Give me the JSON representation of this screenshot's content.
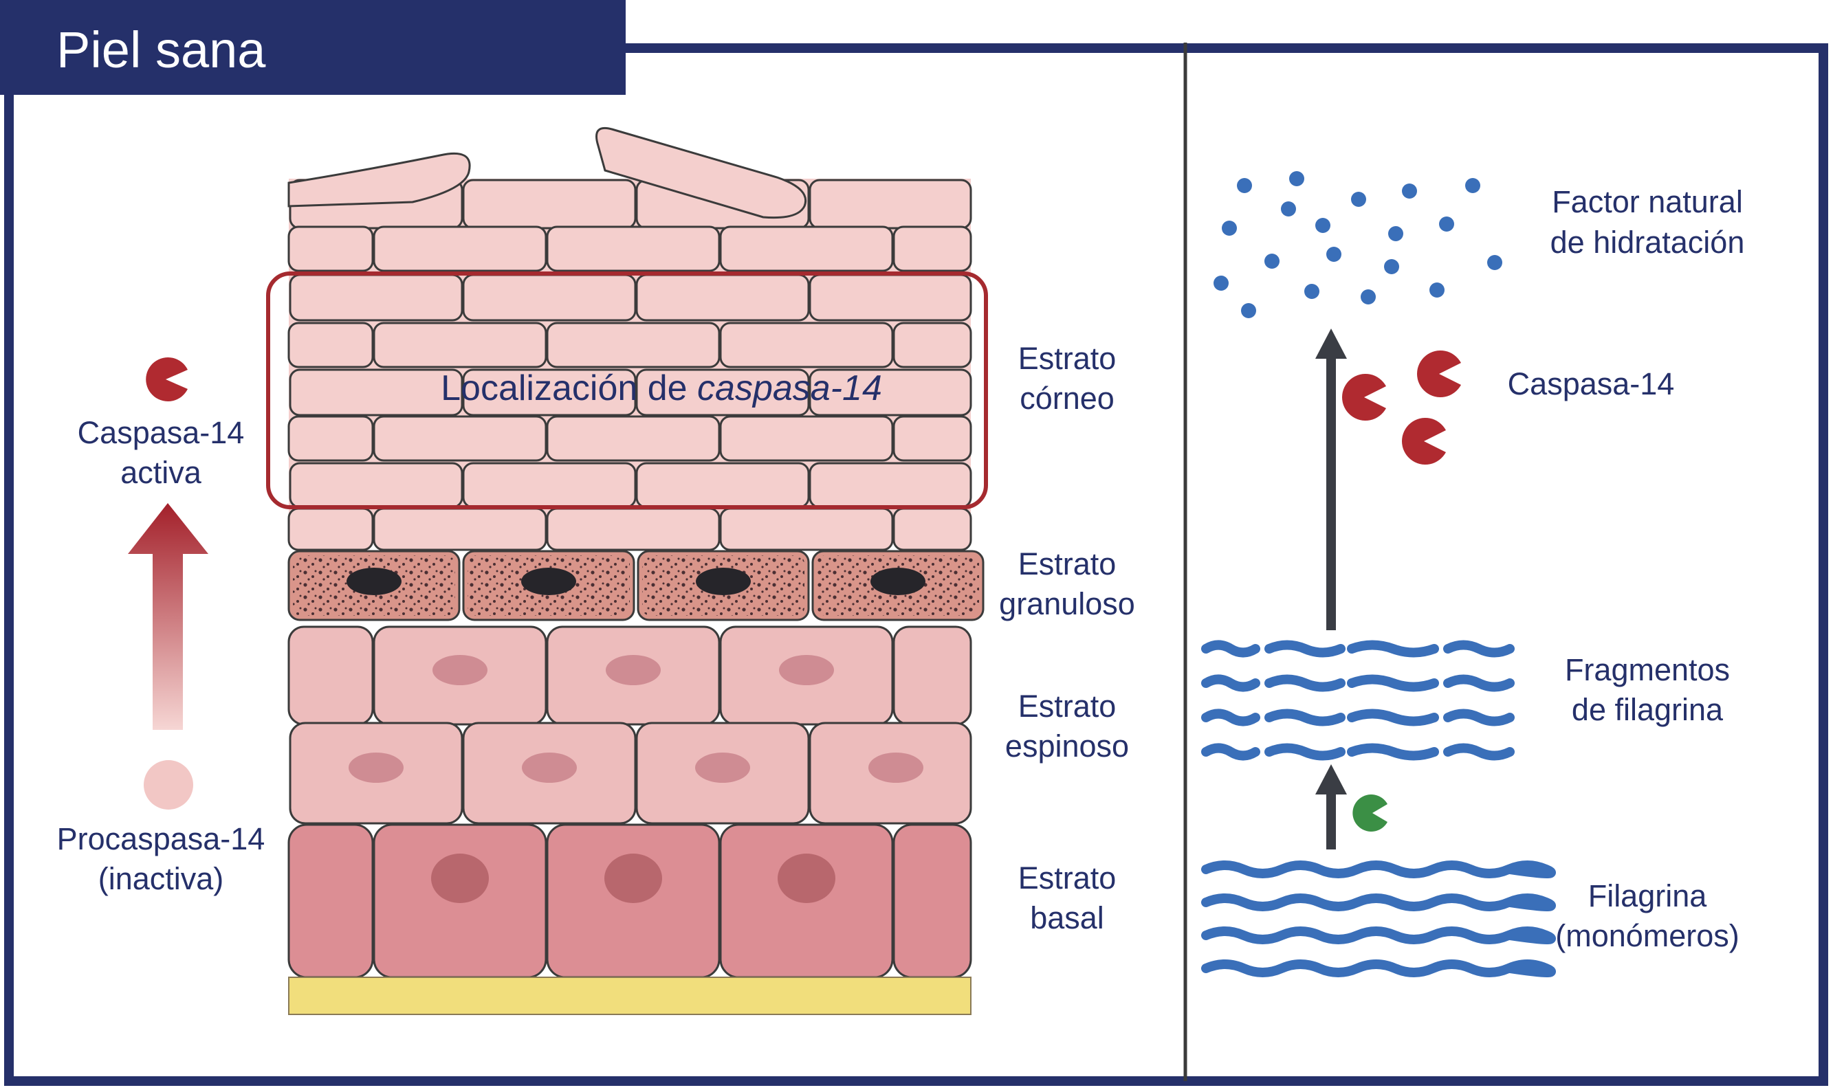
{
  "title": "Piel sana",
  "left_panel": {
    "region_label_prefix": "Localización de ",
    "region_label_em": "caspasa-14",
    "layers": [
      {
        "line1": "Estrato",
        "line2": "córneo"
      },
      {
        "line1": "Estrato",
        "line2": "granuloso"
      },
      {
        "line1": "Estrato",
        "line2": "espinoso"
      },
      {
        "line1": "Estrato",
        "line2": "basal"
      }
    ],
    "active_label": {
      "line1": "Caspasa-14",
      "line2": "activa"
    },
    "inactive_label": {
      "line1": "Procaspasa-14",
      "line2": "(inactiva)"
    }
  },
  "right_panel": {
    "nmf_label": {
      "line1": "Factor natural",
      "line2": "de hidratación"
    },
    "caspase_label": "Caspasa-14",
    "fragments_label": {
      "line1": "Fragmentos",
      "line2": "de filagrina"
    },
    "filaggrin_label": {
      "line1": "Filagrina",
      "line2": "(monómeros)"
    }
  },
  "colors": {
    "frame": "#25306a",
    "caspase_active": "#b02a30",
    "procaspase": "#f2c7c5",
    "filaggrin": "#3a6fb9",
    "enzyme_green": "#3b8f45",
    "arrow_dark": "#3a3d44",
    "highlight_box": "#a52a2f",
    "corneum_cell": "#f4cfcd",
    "granular_cell": "#d9958a",
    "spinous_cell": "#edbcbc",
    "basal_cell": "#dc8e94",
    "basement": "#f1de7c"
  }
}
